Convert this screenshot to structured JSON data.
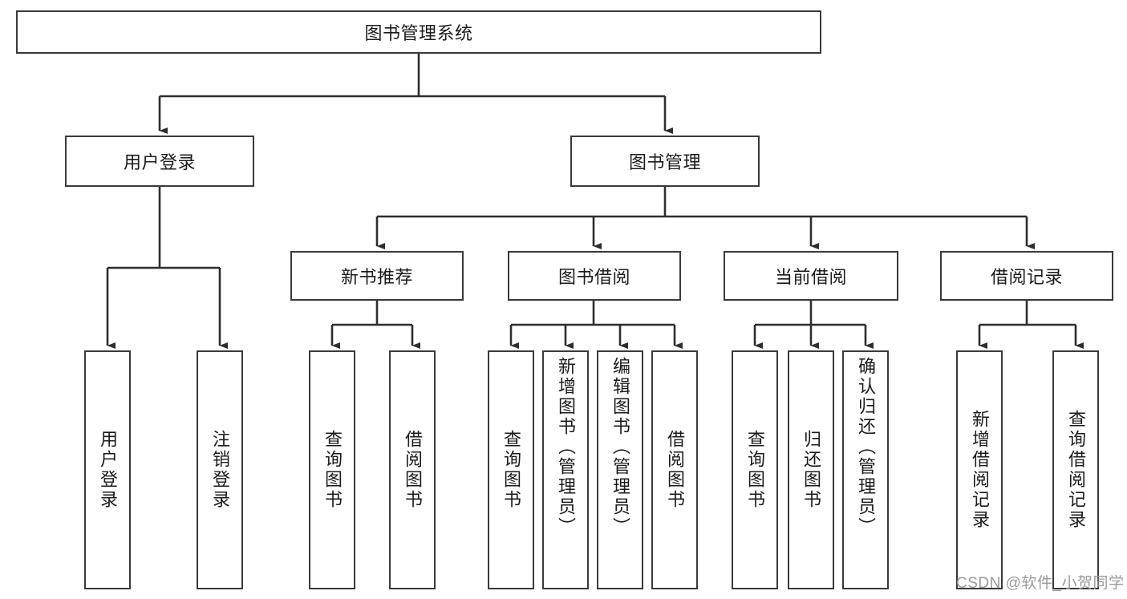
{
  "diagram": {
    "type": "tree-hierarchy-chart",
    "title": "图书管理系统",
    "orientation": "top-down",
    "colors": {
      "box_border": "#3a3a3a",
      "box_fill": "#ffffff",
      "edge": "#2e2e2e",
      "text": "#1b1b1b",
      "watermark": "#9a9a9a",
      "background": "#ffffff"
    },
    "root": {
      "label": "图书管理系统",
      "orientation": "horizontal"
    },
    "level1": [
      {
        "label": "用户登录",
        "orientation": "horizontal"
      },
      {
        "label": "图书管理",
        "orientation": "horizontal"
      }
    ],
    "level2": [
      {
        "label": "新书推荐",
        "orientation": "horizontal",
        "parent": "图书管理"
      },
      {
        "label": "图书借阅",
        "orientation": "horizontal",
        "parent": "图书管理"
      },
      {
        "label": "当前借阅",
        "orientation": "horizontal",
        "parent": "图书管理"
      },
      {
        "label": "借阅记录",
        "orientation": "horizontal",
        "parent": "图书管理"
      }
    ],
    "leaves": {
      "用户登录": [
        {
          "label": "用户登录",
          "orientation": "vertical"
        },
        {
          "label": "注销登录",
          "orientation": "vertical"
        }
      ],
      "新书推荐": [
        {
          "label": "查询图书",
          "orientation": "vertical"
        },
        {
          "label": "借阅图书",
          "orientation": "vertical"
        }
      ],
      "图书借阅": [
        {
          "label": "查询图书",
          "orientation": "vertical"
        },
        {
          "label": "新增图书（管理员）",
          "orientation": "vertical"
        },
        {
          "label": "编辑图书（管理员）",
          "orientation": "vertical"
        },
        {
          "label": "借阅图书",
          "orientation": "vertical"
        }
      ],
      "当前借阅": [
        {
          "label": "查询图书",
          "orientation": "vertical"
        },
        {
          "label": "归还图书",
          "orientation": "vertical"
        },
        {
          "label": "确认归还（管理员）",
          "orientation": "vertical"
        }
      ],
      "借阅记录": [
        {
          "label": "新增借阅记录",
          "orientation": "vertical"
        },
        {
          "label": "查询借阅记录",
          "orientation": "vertical"
        }
      ]
    }
  },
  "watermark": {
    "text": "CSDN @软件_小贺同学"
  }
}
